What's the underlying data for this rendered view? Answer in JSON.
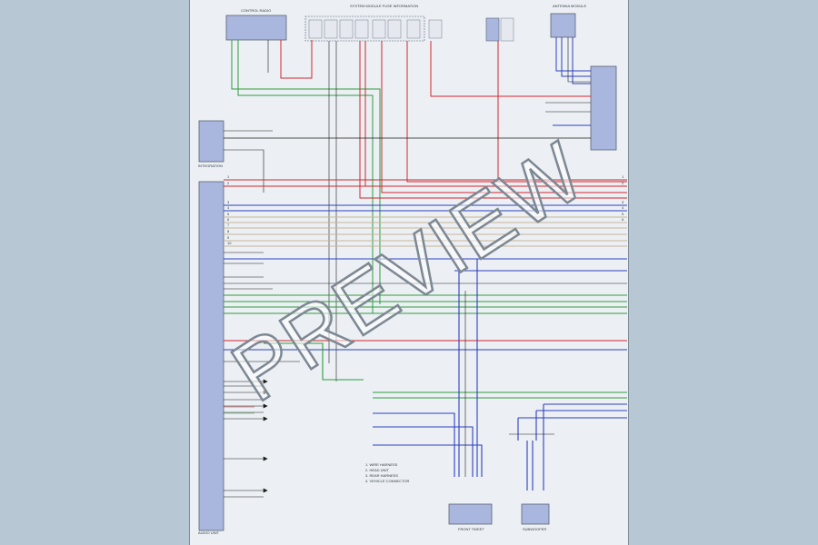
{
  "watermark": "PREVIEW",
  "colors": {
    "background": "#b8c7d4",
    "sheet": "#ecf0f4",
    "module_fill": "#a9b6dd",
    "module_stroke": "#5a6375",
    "wire_red": "#d0272e",
    "wire_green": "#2e9b3c",
    "wire_blue": "#2d3fbf",
    "wire_black": "#1b1b1b",
    "wire_tan": "#c9b595"
  },
  "modules": [
    {
      "id": "control_radio",
      "label": "CONTROL RADIO"
    },
    {
      "id": "radio_power",
      "label": "SYSTEM MODULE FUSE INFORMATION"
    },
    {
      "id": "antenna",
      "label": "ANTENNA MODULE"
    },
    {
      "id": "left_module",
      "label": "INTEGRATION"
    },
    {
      "id": "audio_unit",
      "label": "AUDIO UNIT"
    },
    {
      "id": "front_module",
      "label": "FRONT TWEET"
    },
    {
      "id": "rear_module",
      "label": "SUBWOOFER"
    }
  ],
  "notes": [
    "1. WIRE HARNESS",
    "2. HEAD UNIT",
    "3. REAR HARNESS",
    "4. VEHICLE CONNECTOR"
  ]
}
